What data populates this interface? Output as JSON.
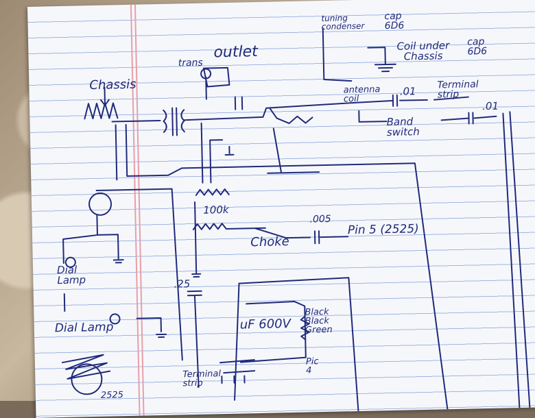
{
  "labels": {
    "chassis": "Chassis",
    "trans": "trans",
    "outlet": "outlet",
    "tuning_condenser": "tuning condenser",
    "cap_6d6_top": "cap 6D6",
    "coil_under_chassis": "Coil under Chassis",
    "cap_6d6_right": "cap 6D6",
    "antenna_coil": "antenna coil",
    "cap_01_a": ".01",
    "terminal_strip_top": "Terminal strip",
    "band_switch": "Band switch",
    "cap_01_b": ".01",
    "resistor_100k": "100k",
    "choke": "Choke",
    "cap_005": ".005",
    "pin5": "Pin 5 (2525)",
    "dial_lamp_1": "Dial Lamp",
    "dial_lamp_2": "Dial Lamp",
    "cap_25": ".25",
    "uf600v": "uF 600V",
    "black_black_green": "Black Black Green",
    "pic4": "Pic 4",
    "terminal_strip_bottom": "Terminal strip",
    "label_2525": "2525"
  },
  "ink_color": "#1f2a7a",
  "paper_line_color": "#9fb6e0",
  "margin_color": "#e6a0a8"
}
